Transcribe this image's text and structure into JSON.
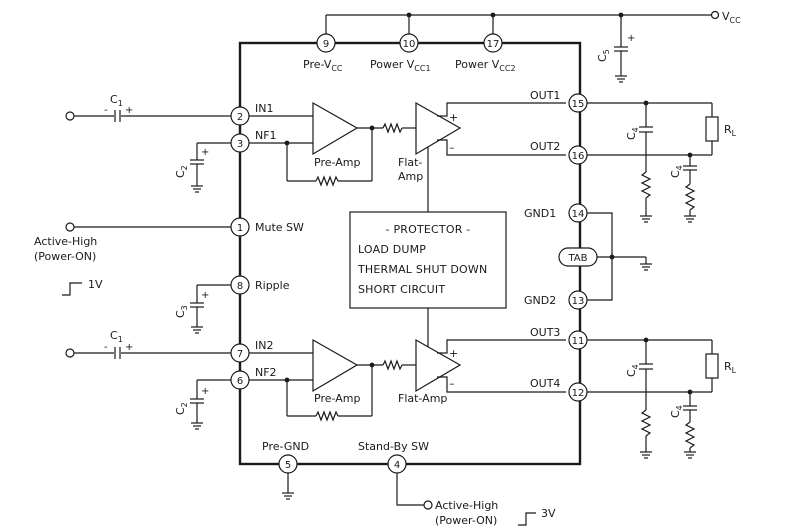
{
  "supply": {
    "vcc_main": "V",
    "vcc_sub": "CC"
  },
  "top_pins": [
    {
      "num": "9",
      "label_main": "Pre-V",
      "label_sub": "CC"
    },
    {
      "num": "10",
      "label_main": "Power V",
      "label_sub": "CC1"
    },
    {
      "num": "17",
      "label_main": "Power V",
      "label_sub": "CC2"
    }
  ],
  "left_pins": [
    {
      "num": "2",
      "label": "IN1"
    },
    {
      "num": "3",
      "label": "NF1"
    },
    {
      "num": "1",
      "label": "Mute SW"
    },
    {
      "num": "8",
      "label": "Ripple"
    },
    {
      "num": "7",
      "label": "IN2"
    },
    {
      "num": "6",
      "label": "NF2"
    }
  ],
  "right_pins": [
    {
      "num": "15",
      "label": "OUT1"
    },
    {
      "num": "16",
      "label": "OUT2"
    },
    {
      "num": "14",
      "label": "GND1"
    },
    {
      "num": "13",
      "label": "GND2"
    },
    {
      "num": "11",
      "label": "OUT3"
    },
    {
      "num": "12",
      "label": "OUT4"
    }
  ],
  "bottom_pins": [
    {
      "num": "5",
      "label": "Pre-GND"
    },
    {
      "num": "4",
      "label": "Stand-By SW"
    }
  ],
  "tab": "TAB",
  "amps": {
    "pre_amp": "Pre-Amp",
    "flat_amp_1a": "Flat-",
    "flat_amp_1b": "Amp",
    "flat_amp_2": "Flat-Amp",
    "plus": "+",
    "minus": "–"
  },
  "protector": {
    "title": "- PROTECTOR -",
    "lines": [
      "LOAD DUMP",
      "THERMAL SHUT DOWN",
      "SHORT CIRCUIT"
    ]
  },
  "components": {
    "c_main": "C",
    "c1_sub": "1",
    "c2_sub": "2",
    "c3_sub": "3",
    "c4_sub": "4",
    "c5_sub": "5",
    "rl_main": "R",
    "rl_sub": "L",
    "plus": "+",
    "minus": "-"
  },
  "mute_note": {
    "line1": "Active-High",
    "line2": "(Power-ON)",
    "level": "1V"
  },
  "standby_note": {
    "line1": "Active-High",
    "line2": "(Power-ON)",
    "level": "3V"
  }
}
